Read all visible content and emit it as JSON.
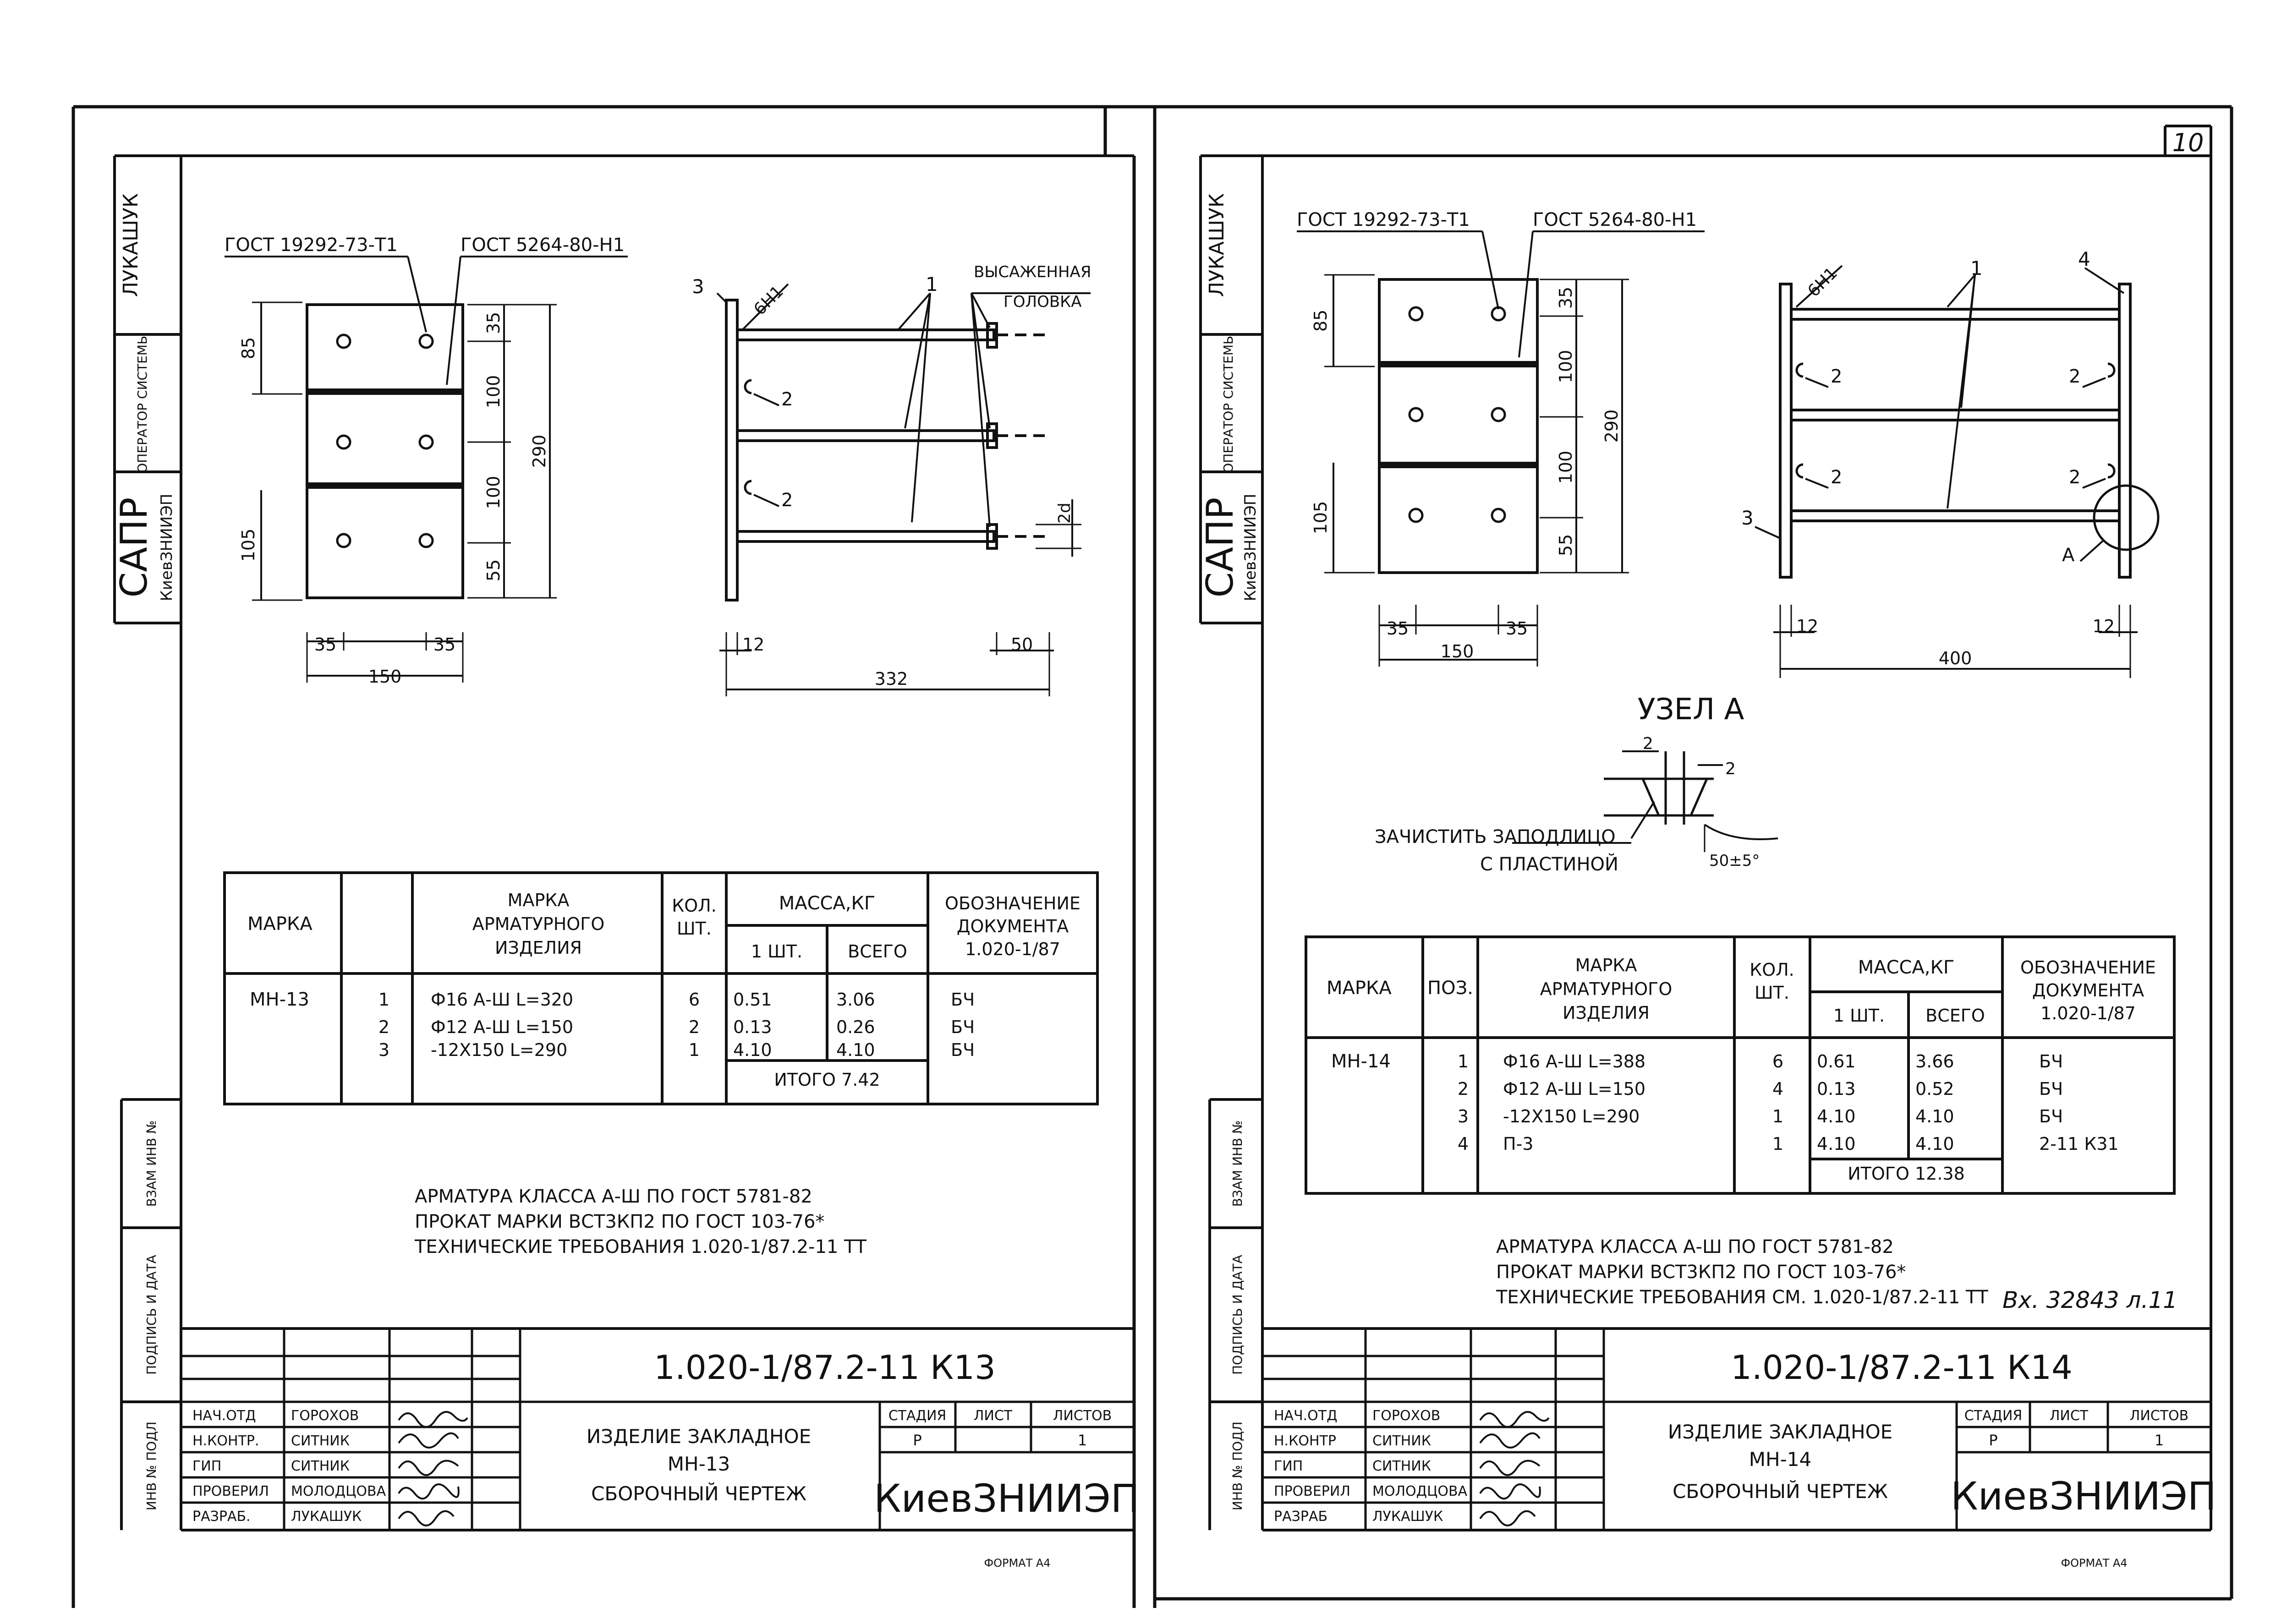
{
  "sheet_number": "10",
  "side_stamp": {
    "author": "ЛУКАШУК",
    "role": "ОПЕРАТОР СИСТЕМЫ",
    "system": "САПР",
    "org": "КиевЗНИИЭП"
  },
  "left_margin_labels": [
    "ВЗАМ ИНВ №",
    "ПОДПИСЬ И ДАТА",
    "ИНВ № ПОДЛ"
  ],
  "format_label": "ФОРМАТ А4",
  "incoming_note": "Вх. 32843 л.11",
  "left_sheet": {
    "drawing": {
      "gost_1": "ГОСТ 19292-73-Т1",
      "gost_2": "ГОСТ 5264-80-Н1",
      "dim_85": "85",
      "dim_105": "105",
      "dim_35": "35",
      "dim_100a": "100",
      "dim_100b": "100",
      "dim_55": "55",
      "dim_290": "290",
      "dim_35a": "35",
      "dim_35b": "35",
      "dim_150": "150",
      "side_pos_3": "3",
      "weld_6h1": "6Н1",
      "pos_1": "1",
      "pos_2a": "2",
      "pos_2b": "2",
      "note_1": "ВЫСАЖЕННАЯ",
      "note_2": "ГОЛОВКА",
      "dim_2d": "2d",
      "dim_12": "12",
      "dim_50": "50",
      "dim_332": "332"
    },
    "table": {
      "h_mark": "МАРКА",
      "h_item_mark": [
        "МАРКА",
        "АРМАТУРНОГО",
        "ИЗДЕЛИЯ"
      ],
      "h_qty": [
        "КОЛ.",
        "ШТ."
      ],
      "h_mass": "МАССА,КГ",
      "h_one": "1 ШТ.",
      "h_total": "ВСЕГО",
      "h_doc": [
        "ОБОЗНАЧЕНИЕ",
        "ДОКУМЕНТА",
        "1.020-1/87"
      ],
      "mark": "МН-13",
      "rows": [
        {
          "pos": "1",
          "name": "Ф16  А-Ш  L=320",
          "qty": "6",
          "one": "0.51",
          "total": "3.06",
          "doc": "БЧ"
        },
        {
          "pos": "2",
          "name": "Ф12  А-Ш  L=150",
          "qty": "2",
          "one": "0.13",
          "total": "0.26",
          "doc": "БЧ"
        },
        {
          "pos": "3",
          "name": "-12Х150  L=290",
          "qty": "1",
          "one": "4.10",
          "total": "4.10",
          "doc": "БЧ"
        }
      ],
      "itogo": "ИТОГО  7.42"
    },
    "notes": [
      "АРМАТУРА КЛАССА А-Ш ПО ГОСТ 5781-82",
      "ПРОКАТ МАРКИ ВСТ3КП2 ПО ГОСТ 103-76*",
      "ТЕХНИЧЕСКИЕ ТРЕБОВАНИЯ        1.020-1/87.2-11  ТТ"
    ],
    "title_block": {
      "designation": "1.020-1/87.2-11  К13",
      "title": [
        "ИЗДЕЛИЕ ЗАКЛАДНОЕ",
        "МН-13",
        "СБОРОЧНЫЙ ЧЕРТЕЖ"
      ],
      "stage_h": "СТАДИЯ",
      "sheet_h": "ЛИСТ",
      "sheets_h": "ЛИСТОВ",
      "stage": "Р",
      "sheets": "1",
      "org": "КиевЗНИИЭП",
      "people": [
        {
          "role": "НАЧ.ОТД",
          "name": "ГОРОХОВ"
        },
        {
          "role": "Н.КОНТР.",
          "name": "СИТНИК"
        },
        {
          "role": "ГИП",
          "name": "СИТНИК"
        },
        {
          "role": "ПРОВЕРИЛ",
          "name": "МОЛОДЦОВА"
        },
        {
          "role": "РАЗРАБ.",
          "name": "ЛУКАШУК"
        }
      ]
    }
  },
  "right_sheet": {
    "drawing": {
      "gost_1": "ГОСТ 19292-73-Т1",
      "gost_2": "ГОСТ 5264-80-Н1",
      "dim_85": "85",
      "dim_105": "105",
      "dim_35": "35",
      "dim_100a": "100",
      "dim_100b": "100",
      "dim_55": "55",
      "dim_290": "290",
      "dim_35a": "35",
      "dim_35b": "35",
      "dim_150": "150",
      "weld_6h1": "6Н1",
      "pos_1": "1",
      "pos_4": "4",
      "pos_2a": "2",
      "pos_2b": "2",
      "pos_2c": "2",
      "pos_2d": "2",
      "pos_3": "3",
      "node_a": "А",
      "dim_12a": "12",
      "dim_12b": "12",
      "dim_400": "400"
    },
    "node": {
      "title": "УЗЕЛ  А",
      "dim_2a": "2",
      "dim_2b": "2",
      "note_1": "ЗАЧИСТИТЬ ЗАПОДЛИЦО",
      "note_2": "С ПЛАСТИНОЙ",
      "angle": "50±5°"
    },
    "table": {
      "h_mark": "МАРКА",
      "h_pos": "ПОЗ.",
      "h_item_mark": [
        "МАРКА",
        "АРМАТУРНОГО",
        "ИЗДЕЛИЯ"
      ],
      "h_qty": [
        "КОЛ.",
        "ШТ."
      ],
      "h_mass": "МАССА,КГ",
      "h_one": "1 ШТ.",
      "h_total": "ВСЕГО",
      "h_doc": [
        "ОБОЗНАЧЕНИЕ",
        "ДОКУМЕНТА",
        "1.020-1/87"
      ],
      "mark": "МН-14",
      "rows": [
        {
          "pos": "1",
          "name": "Ф16  А-Ш  L=388",
          "qty": "6",
          "one": "0.61",
          "total": "3.66",
          "doc": "БЧ"
        },
        {
          "pos": "2",
          "name": "Ф12  А-Ш  L=150",
          "qty": "4",
          "one": "0.13",
          "total": "0.52",
          "doc": "БЧ"
        },
        {
          "pos": "3",
          "name": "-12Х150  L=290",
          "qty": "1",
          "one": "4.10",
          "total": "4.10",
          "doc": "БЧ"
        },
        {
          "pos": "4",
          "name": "П-3",
          "qty": "1",
          "one": "4.10",
          "total": "4.10",
          "doc": "2-11  К31"
        }
      ],
      "itogo": "ИТОГО  12.38"
    },
    "notes": [
      "АРМАТУРА КЛАССА А-Ш ПО ГОСТ 5781-82",
      "ПРОКАТ МАРКИ ВСТ3КП2 ПО ГОСТ 103-76*",
      "ТЕХНИЧЕСКИЕ ТРЕБОВАНИЯ СМ. 1.020-1/87.2-11  ТТ"
    ],
    "title_block": {
      "designation": "1.020-1/87.2-11  К14",
      "title": [
        "ИЗДЕЛИЕ ЗАКЛАДНОЕ",
        "МН-14",
        "СБОРОЧНЫЙ ЧЕРТЕЖ"
      ],
      "stage_h": "СТАДИЯ",
      "sheet_h": "ЛИСТ",
      "sheets_h": "ЛИСТОВ",
      "stage": "Р",
      "sheets": "1",
      "org": "КиевЗНИИЭП",
      "people": [
        {
          "role": "НАЧ.ОТД",
          "name": "ГОРОХОВ"
        },
        {
          "role": "Н.КОНТР",
          "name": "СИТНИК"
        },
        {
          "role": "ГИП",
          "name": "СИТНИК"
        },
        {
          "role": "ПРОВЕРИЛ",
          "name": "МОЛОДЦОВА"
        },
        {
          "role": "РАЗРАБ",
          "name": "ЛУКАШУК"
        }
      ]
    }
  }
}
